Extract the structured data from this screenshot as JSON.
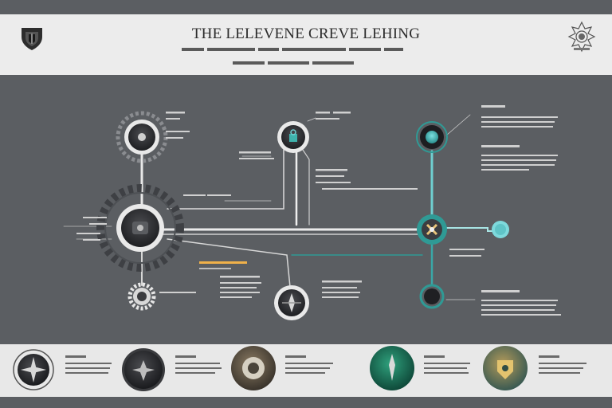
{
  "header": {
    "title": "THE LELEVENE CREVE LEHING",
    "shield_icon": "shield-icon",
    "emblem_icon": "crest-emblem-icon"
  },
  "colors": {
    "header_bg": "#ececec",
    "diagram_bg": "#5b5e62",
    "line": "#e6e6e6",
    "accent_teal": "#2f9a95",
    "accent_teal_light": "#6fd0d2",
    "node_dark": "#2c2d30",
    "annotation_orange": "#f0b14a"
  },
  "diagram": {
    "nodes": [
      {
        "id": "gear-top-left",
        "icon": "gear-icon"
      },
      {
        "id": "hub-center-left",
        "icon": "hub-icon"
      },
      {
        "id": "node-top-middle",
        "icon": "lock-icon"
      },
      {
        "id": "node-top-right",
        "icon": "gem-icon"
      },
      {
        "id": "junction-right",
        "icon": "crosshair-icon"
      },
      {
        "id": "endpoint-far-right",
        "icon": "dot-icon"
      },
      {
        "id": "gear-bottom-left",
        "icon": "gear-icon"
      },
      {
        "id": "node-bottom-middle",
        "icon": "compass-icon"
      },
      {
        "id": "node-bottom-right",
        "icon": "ring-icon"
      }
    ]
  },
  "footer": {
    "items": [
      {
        "icon": "compass-rose-icon"
      },
      {
        "icon": "star-emblem-icon"
      },
      {
        "icon": "orb-icon"
      },
      {
        "icon": "green-orb-icon"
      },
      {
        "icon": "crest-orb-icon"
      }
    ]
  }
}
